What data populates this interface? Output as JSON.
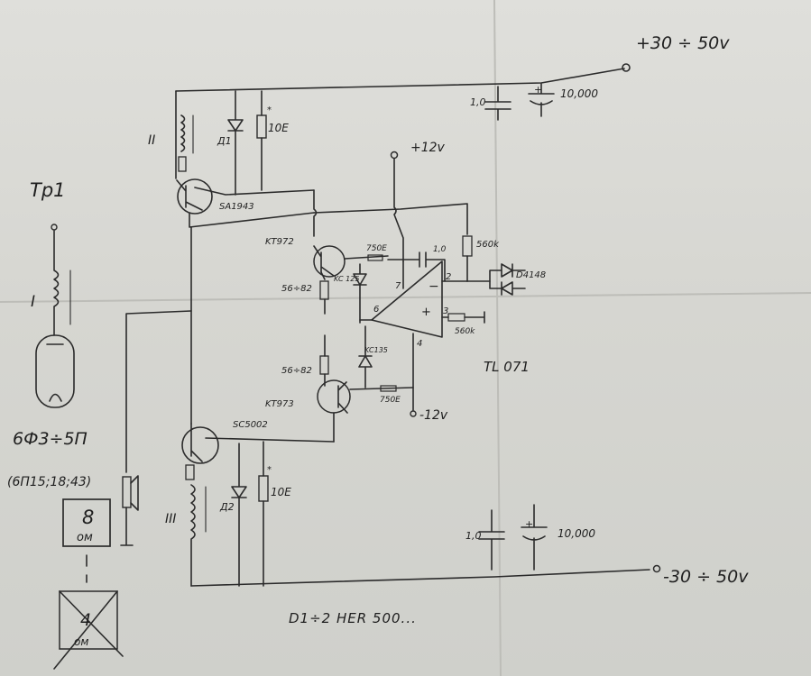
{
  "supply": {
    "positive": "+30 ÷ 50v",
    "negative": "-30 ÷ 50v",
    "plus12": "+12v",
    "minus12": "-12v"
  },
  "capacitors": {
    "top_small": "1,0",
    "top_large": "10,000",
    "bottom_small": "1,0",
    "bottom_large": "10,000",
    "feedback": "1,0"
  },
  "transformer": {
    "name": "Tp1",
    "winding_primary": "I",
    "winding_top": "II",
    "winding_bottom": "III"
  },
  "transistors": {
    "top_output": "SA1943",
    "bottom_output": "SC5002",
    "driver_top": "KT972",
    "driver_bottom": "KT973"
  },
  "resistors": {
    "top_emitter": "10E",
    "top_emitter_mark": "*",
    "bottom_emitter": "10E",
    "bottom_emitter_mark": "*",
    "base_top": "56÷82",
    "base_bottom": "56÷82",
    "fb_top": "750E",
    "fb_bottom": "750E",
    "bias": "560k",
    "input": "560k"
  },
  "diodes": {
    "d1": "Д1",
    "d2": "Д2",
    "zener_top": "KC 125",
    "zener_bottom": "KC135",
    "signal": "D4148"
  },
  "opamp": {
    "name": "TL 071",
    "pin2": "2",
    "pin3": "3",
    "pin4": "4",
    "pin6": "6",
    "pin7": "7",
    "minus_sign": "−",
    "plus_sign": "+"
  },
  "tube": {
    "type": "6Ф3÷5П",
    "alt": "(6П15;18;43)"
  },
  "speaker": {
    "main": "8",
    "main_unit": "ом",
    "crossed": "4",
    "crossed_unit": "ом"
  },
  "note": "D1÷2   HER 500..."
}
